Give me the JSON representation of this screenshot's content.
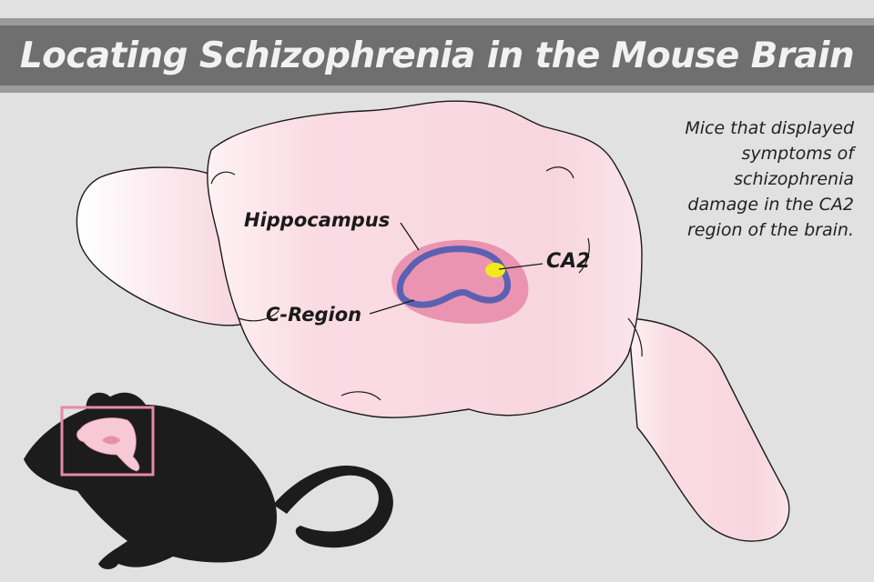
{
  "title": "Locating Schizophrenia in the Mouse Brain",
  "caption_lines": [
    "Mice that displayed",
    "symptoms of",
    "schizophrenia",
    "damage in the CA2",
    "region of the brain."
  ],
  "labels": {
    "hippocampus": "Hippocampus",
    "ca2": "CA2",
    "c_region": "C-Region"
  },
  "colors": {
    "background": "#e1e1e1",
    "brain": "#fadbe4",
    "hippocampus_fill": "#eb94b2",
    "hippocampus_outline": "#5a61b0",
    "ca2_highlight": "#f2ea1a",
    "mouse": "#1c1c1c",
    "zoom_box": "#e58aa3"
  }
}
